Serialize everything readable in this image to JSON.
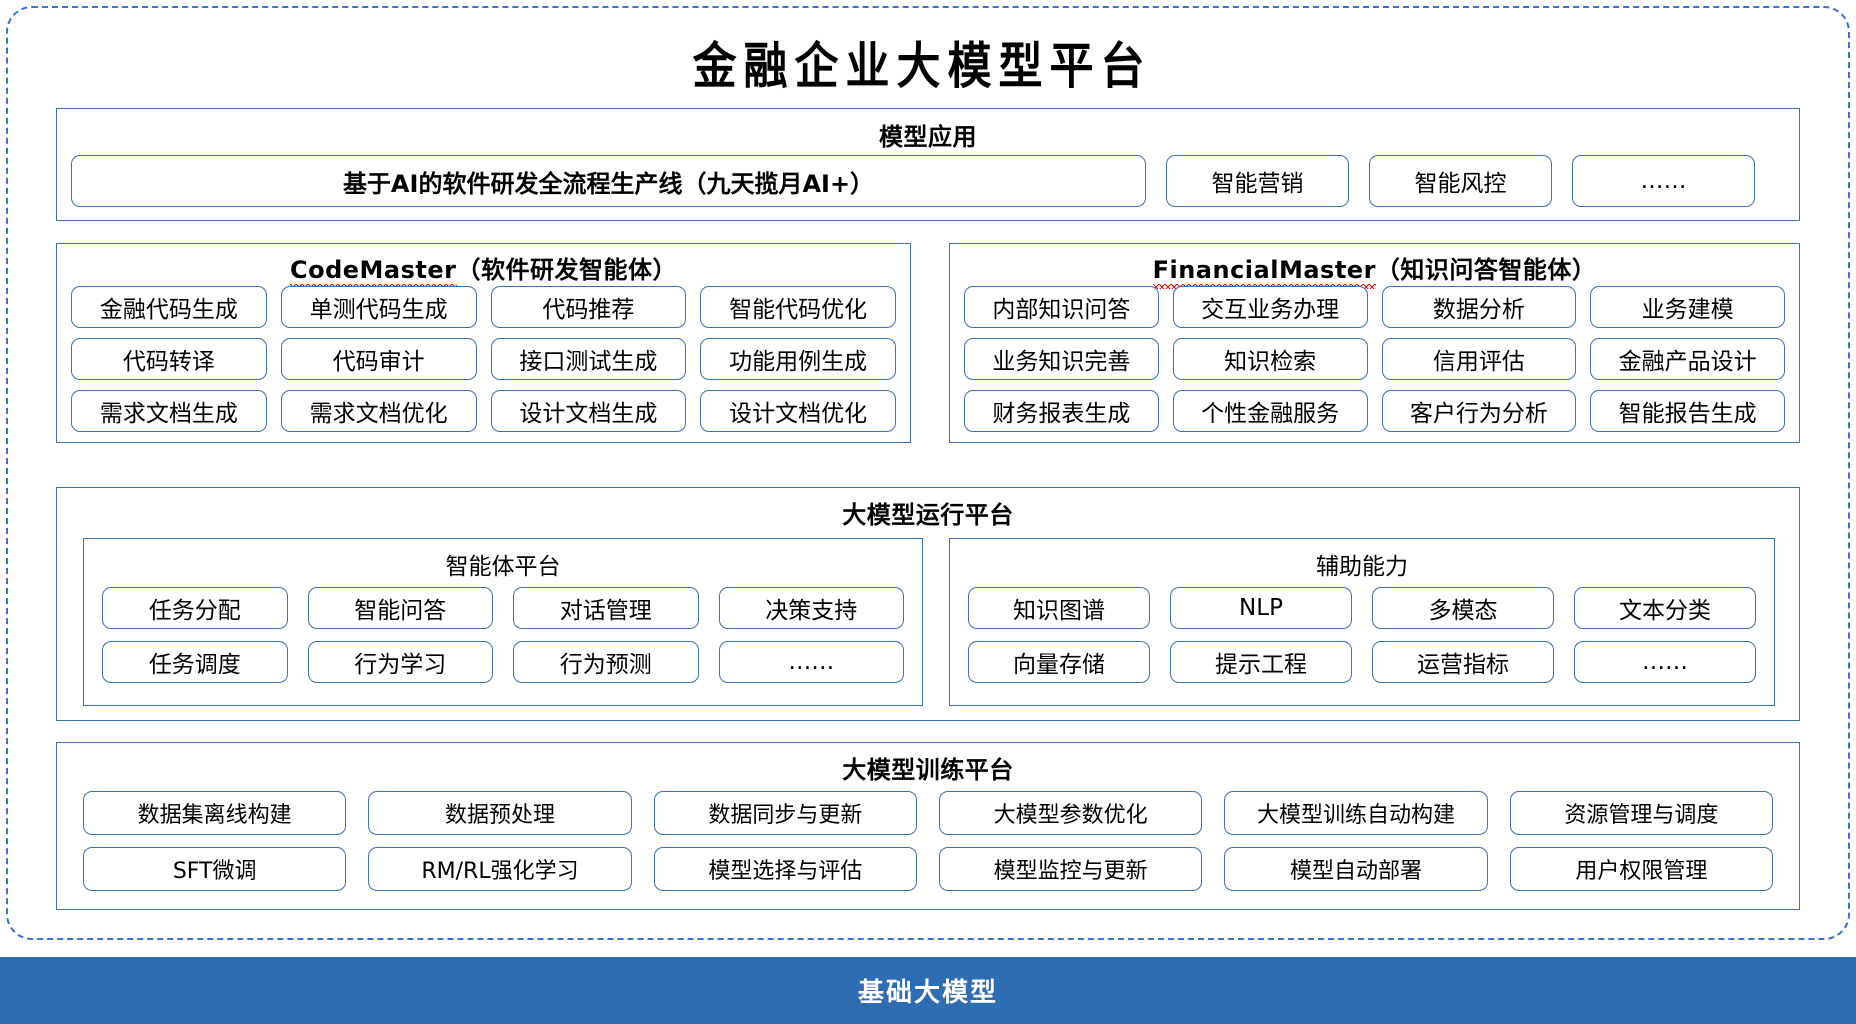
{
  "page": {
    "title": "金融企业大模型平台",
    "accent_blue": "#3b6fb5",
    "footer_blue": "#2e6db4",
    "spellcheck_red": "#ee1111",
    "background": "#ffffff"
  },
  "model_application": {
    "title": "模型应用",
    "primary": "基于AI的软件研发全流程生产线（九天揽月AI+）",
    "items": [
      "智能营销",
      "智能风控",
      "……"
    ]
  },
  "agents": [
    {
      "name": "CodeMaster",
      "suffix": "（软件研发智能体）",
      "spellchecked": true,
      "capabilities": [
        "金融代码生成",
        "单测代码生成",
        "代码推荐",
        "智能代码优化",
        "代码转译",
        "代码审计",
        "接口测试生成",
        "功能用例生成",
        "需求文档生成",
        "需求文档优化",
        "设计文档生成",
        "设计文档优化"
      ]
    },
    {
      "name": "FinancialMaster",
      "suffix": "（知识问答智能体）",
      "spellchecked": true,
      "capabilities": [
        "内部知识问答",
        "交互业务办理",
        "数据分析",
        "业务建模",
        "业务知识完善",
        "知识检索",
        "信用评估",
        "金融产品设计",
        "财务报表生成",
        "个性金融服务",
        "客户行为分析",
        "智能报告生成"
      ]
    }
  ],
  "runtime_platform": {
    "title": "大模型运行平台",
    "groups": [
      {
        "title": "智能体平台",
        "items": [
          "任务分配",
          "智能问答",
          "对话管理",
          "决策支持",
          "任务调度",
          "行为学习",
          "行为预测",
          "……"
        ]
      },
      {
        "title": "辅助能力",
        "items": [
          "知识图谱",
          "NLP",
          "多模态",
          "文本分类",
          "向量存储",
          "提示工程",
          "运营指标",
          "……"
        ]
      }
    ]
  },
  "training_platform": {
    "title": "大模型训练平台",
    "items": [
      "数据集离线构建",
      "数据预处理",
      "数据同步与更新",
      "大模型参数优化",
      "大模型训练自动构建",
      "资源管理与调度",
      "SFT微调",
      "RM/RL强化学习",
      "模型选择与评估",
      "模型监控与更新",
      "模型自动部署",
      "用户权限管理"
    ]
  },
  "footer": {
    "label": "基础大模型"
  }
}
